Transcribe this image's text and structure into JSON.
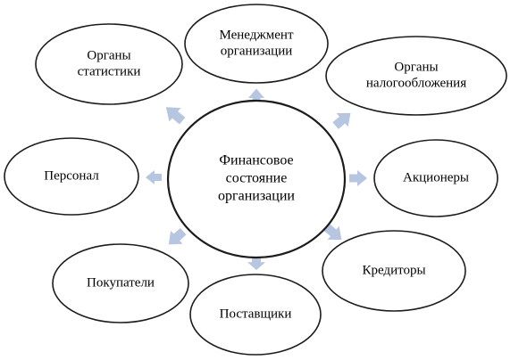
{
  "diagram": {
    "colors": {
      "arrow": "#b7c6e0",
      "stroke": "#1c1c1c",
      "fill": "#ffffff"
    },
    "center": {
      "lines": [
        "Финансовое",
        "состояние",
        "организации"
      ]
    },
    "nodes": [
      {
        "id": "management",
        "lines": [
          "Менеджмент",
          "организации"
        ]
      },
      {
        "id": "tax-authorities",
        "lines": [
          "Органы",
          "налогообложения"
        ]
      },
      {
        "id": "shareholders",
        "lines": [
          "Акционеры"
        ]
      },
      {
        "id": "creditors",
        "lines": [
          "Кредиторы"
        ]
      },
      {
        "id": "suppliers",
        "lines": [
          "Поставщики"
        ]
      },
      {
        "id": "buyers",
        "lines": [
          "Покупатели"
        ]
      },
      {
        "id": "personnel",
        "lines": [
          "Персонал"
        ]
      },
      {
        "id": "statistics-authorities",
        "lines": [
          "Органы",
          "статистики"
        ]
      }
    ]
  }
}
